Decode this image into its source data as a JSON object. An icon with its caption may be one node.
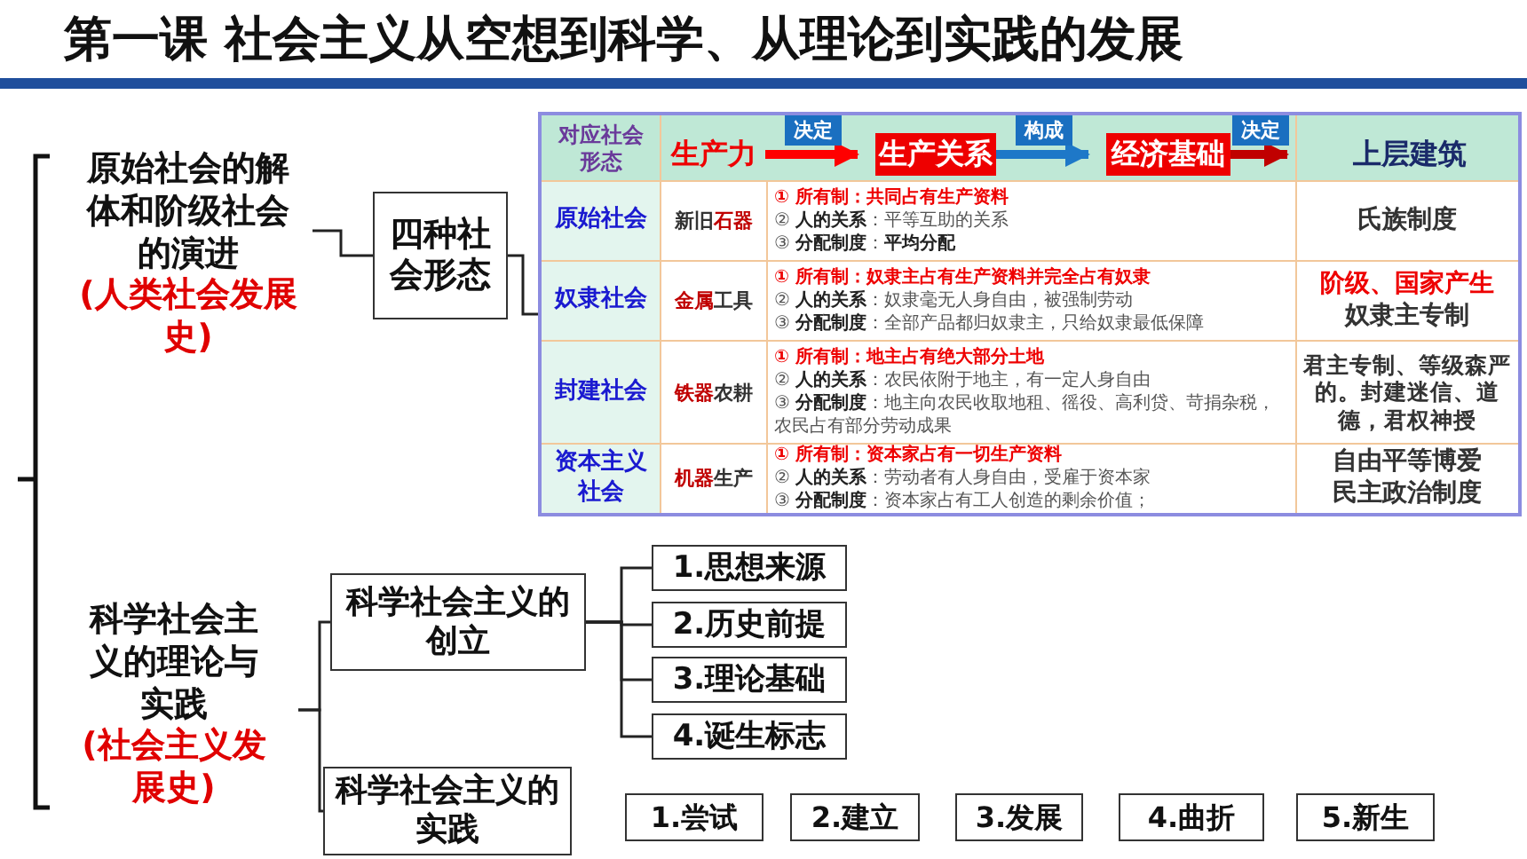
{
  "diagram": {
    "title": "第一课 社会主义从空想到科学、从理论到实践的发展",
    "nodes": [
      {
        "text": [
          "原始社会的解体和阶级社会的演进",
          "(人类社会发展史)"
        ]
      },
      {
        "text": [
          "四种社会形态"
        ]
      },
      {
        "text": [],
        "shape": "box"
      },
      {
        "text": [
          "生产力"
        ],
        "in": 2
      },
      {
        "text": [
          "生产关系"
        ],
        "in": 2
      },
      {
        "text": [
          "经济基础"
        ],
        "in": 2
      },
      {
        "text": [
          "上层建筑"
        ],
        "in": 2
      },
      {
        "text": [
          "科学社会主义的理论与实践",
          "(社会主义发展史)"
        ]
      },
      {
        "text": [
          "科学社会主义的创立"
        ]
      },
      {
        "text": [
          "1.思想来源"
        ]
      },
      {
        "text": [
          "2.历史前提"
        ]
      },
      {
        "text": [
          "3.理论基础"
        ]
      },
      {
        "text": [
          "4.诞生标志"
        ]
      },
      {
        "text": [
          "科学社会主义的实践"
        ]
      },
      {
        "text": [
          "1.尝试"
        ]
      },
      {
        "text": [
          "2.建立"
        ]
      },
      {
        "text": [
          "3.发展"
        ]
      },
      {
        "text": [
          "4.曲折"
        ]
      },
      {
        "text": [
          "5.新生"
        ]
      }
    ],
    "edges": [
      {
        "from": 0,
        "to": 1,
        "arrow": "none"
      },
      {
        "from": 1,
        "to": 2,
        "arrow": "none"
      },
      {
        "from": 3,
        "to": 4,
        "arrow": "to",
        "label": "决定",
        "style": "thick",
        "color": "#ff0000"
      },
      {
        "from": 4,
        "to": 5,
        "arrow": "to",
        "label": "构成",
        "style": "thick",
        "color": "#1e78c8"
      },
      {
        "from": 5,
        "to": 6,
        "arrow": "to",
        "label": "决定",
        "style": "thick",
        "color": "#c00000"
      },
      {
        "from": 7,
        "to": 8,
        "arrow": "none"
      },
      {
        "from": 7,
        "to": 13,
        "arrow": "none"
      },
      {
        "from": 8,
        "to": 9,
        "arrow": "none"
      },
      {
        "from": 8,
        "to": 10,
        "arrow": "none"
      },
      {
        "from": 8,
        "to": 11,
        "arrow": "none"
      },
      {
        "from": 8,
        "to": 12,
        "arrow": "none"
      }
    ],
    "labels": [
      "对应社会形态",
      "原始社会",
      "新旧**石器**",
      "① 所有制：共同占有生产资料",
      "② **人的关系**：平等互助的关系",
      "③ **分配制度**：**平均分配**",
      "氏族制度",
      "奴隶社会",
      "**金属**工具",
      "① 所有制：奴隶主占有生产资料并完全占有奴隶",
      "② **人的关系**：奴隶毫无人身自由，被强制劳动",
      "③ **分配制度**：全部产品都归奴隶主，只给奴隶最低保障",
      "阶级、国家产生",
      "奴隶主专制",
      "封建社会",
      "**铁器**农耕",
      "① 所有制：地主占有绝大部分土地",
      "② **人的关系**：农民依附于地主，有一定人身自由",
      "③ **分配制度**：地主向农民收取地租、徭役、高利贷、苛捐杂税，农民占有部分劳动成果",
      "君主专制、等级森严的。封建迷信、道德，君权神授",
      "资本主义社会",
      "**机器**生产",
      "① 所有制：资本家占有一切生产资料",
      "② **人的关系**：劳动者有人身自由，受雇于资本家",
      "③ **分配制度**：资本家占有工人创造的剩余价值；",
      "自由平等博爱民主政治制度"
    ]
  }
}
